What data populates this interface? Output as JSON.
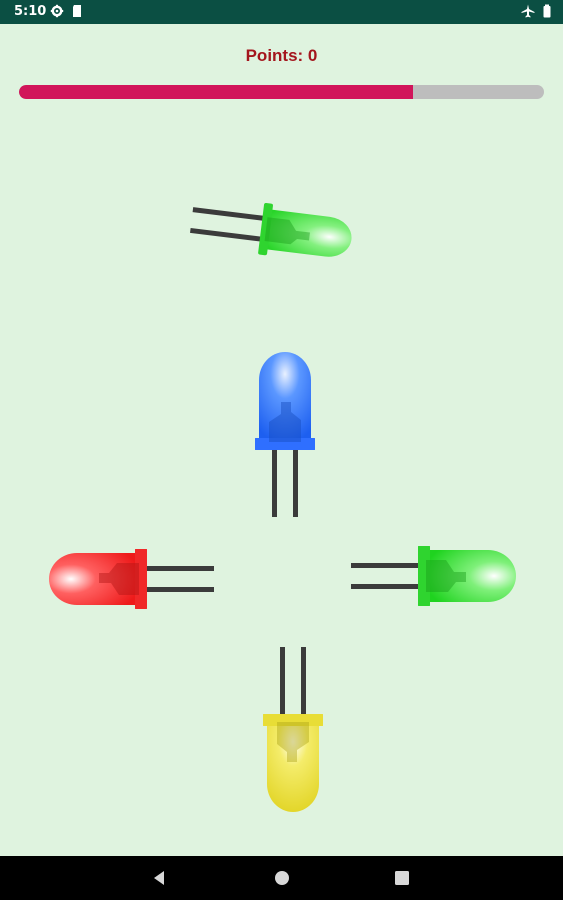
{
  "status": {
    "time": "5:10",
    "icons": [
      "settings-icon",
      "sd-card-icon",
      "airplane-icon",
      "battery-icon"
    ]
  },
  "game": {
    "points_label": "Points: 0",
    "progress": 0.75,
    "colors": {
      "accent": "#d1155a",
      "track": "#bdbdbd",
      "background": "#dff3df",
      "points_text": "#a4161d"
    },
    "leds": [
      {
        "name": "green-led-top",
        "color": "green"
      },
      {
        "name": "blue-led-center",
        "color": "blue"
      },
      {
        "name": "red-led-left",
        "color": "red"
      },
      {
        "name": "green-led-right",
        "color": "green"
      },
      {
        "name": "yellow-led-bottom",
        "color": "yellow"
      }
    ]
  },
  "navigation": {
    "buttons": [
      "back-icon",
      "home-icon",
      "recents-icon"
    ]
  }
}
